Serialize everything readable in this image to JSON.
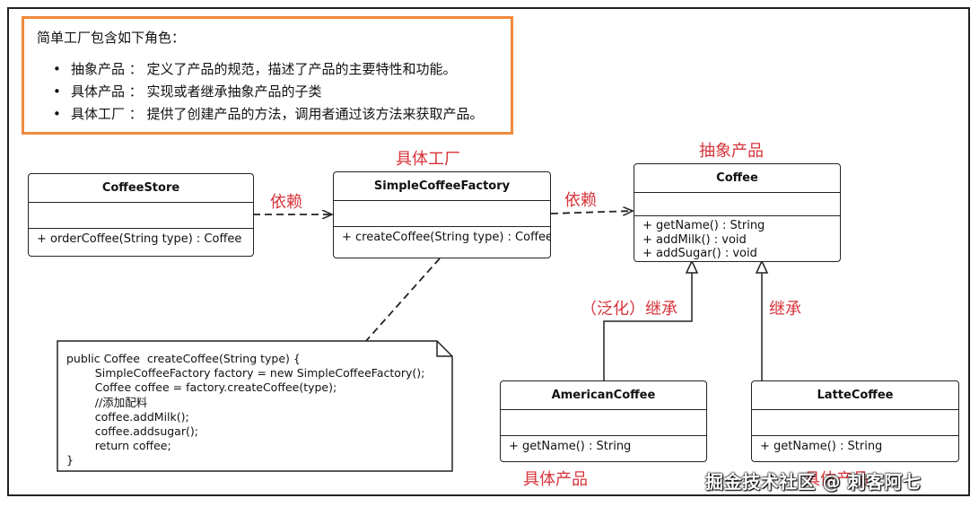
{
  "notes": {
    "title": "简单工厂包含如下角色：",
    "items": [
      "抽象产品 ： 定义了产品的规范，描述了产品的主要特性和功能。",
      "具体产品 ： 实现或者继承抽象产品的子类",
      "具体工厂 ： 提供了创建产品的方法，调用者通过该方法来获取产品。"
    ]
  },
  "classes": {
    "coffee_store": {
      "name": "CoffeeStore",
      "ops": [
        "+ orderCoffee(String type) : Coffee"
      ]
    },
    "simple_factory": {
      "name": "SimpleCoffeeFactory",
      "ops": [
        "+ createCoffee(String type) : Coffee"
      ]
    },
    "coffee": {
      "name": "Coffee",
      "ops": [
        "+ getName() : String",
        "+ addMilk() : void",
        "+ addSugar() : void"
      ]
    },
    "american": {
      "name": "AmericanCoffee",
      "ops": [
        "+ getName() : String"
      ]
    },
    "latte": {
      "name": "LatteCoffee",
      "ops": [
        "+ getName() : String"
      ]
    }
  },
  "labels": {
    "concrete_factory": "具体工厂",
    "abstract_product": "抽象产品",
    "depend_1": "依赖",
    "depend_2": "依赖",
    "generalization": "（泛化）继承",
    "inherit": "继承",
    "concrete_product": "具体产品",
    "concrete_product_2": "具体产品"
  },
  "code_note": "public Coffee  createCoffee(String type) {\n        SimpleCoffeeFactory factory = new SimpleCoffeeFactory();\n        Coffee coffee = factory.createCoffee(type);\n        //添加配料\n        coffee.addMilk();\n        coffee.addsugar();\n        return coffee;\n}",
  "watermark": "掘金技术社区 @ 刺客阿七",
  "colors": {
    "note_border": "#f08a3c",
    "label_red": "#d6333a",
    "line": "#222222"
  }
}
